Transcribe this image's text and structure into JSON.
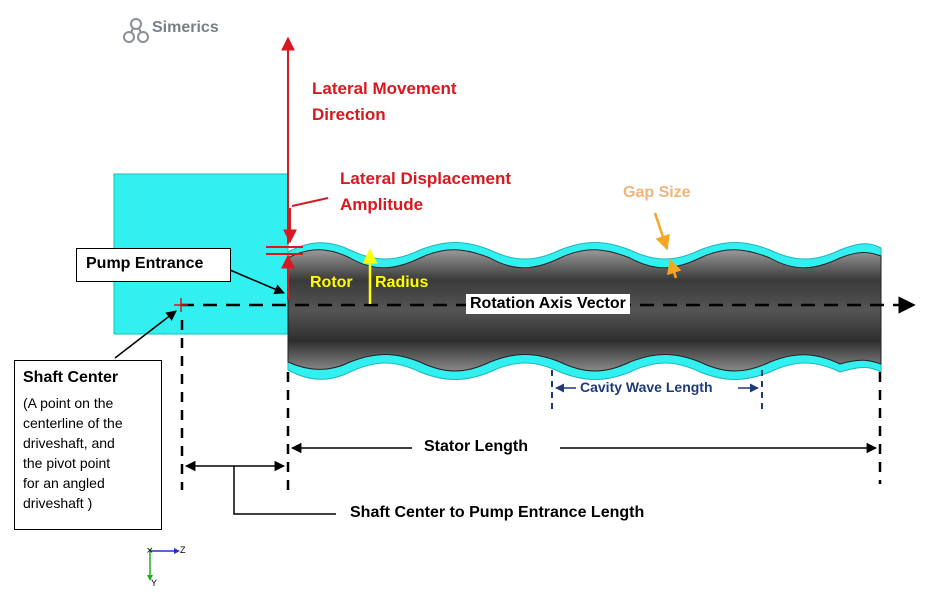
{
  "logo": {
    "text": "Simerics"
  },
  "labels": {
    "lateral_movement_1": "Lateral Movement",
    "lateral_movement_2": "Direction",
    "lateral_displacement_1": "Lateral Displacement",
    "lateral_displacement_2": "Amplitude",
    "gap_size": "Gap Size",
    "pump_entrance": "Pump Entrance",
    "rotor_word": "Rotor",
    "radius_word": "Radius",
    "rotation_axis_vector": "Rotation Axis Vector",
    "shaft_center_title": "Shaft Center",
    "shaft_center_desc": [
      "(A point on the",
      "centerline of the",
      "driveshaft, and",
      "the pivot point",
      "for an angled",
      "driveshaft )"
    ],
    "cavity_wave_length": "Cavity Wave Length",
    "stator_length": "Stator Length",
    "shaft_to_entrance": "Shaft Center to Pump Entrance Length"
  },
  "axis_triad": {
    "z": "Z",
    "y": "Y"
  },
  "colors": {
    "cyan": "#33f0f0",
    "red": "#d71920",
    "yellow": "#ffff00",
    "orange": "#f5a623",
    "gap_label": "#f0b47a",
    "navy": "#1f3a7a",
    "rotor_gray": "#4a4a4a"
  }
}
